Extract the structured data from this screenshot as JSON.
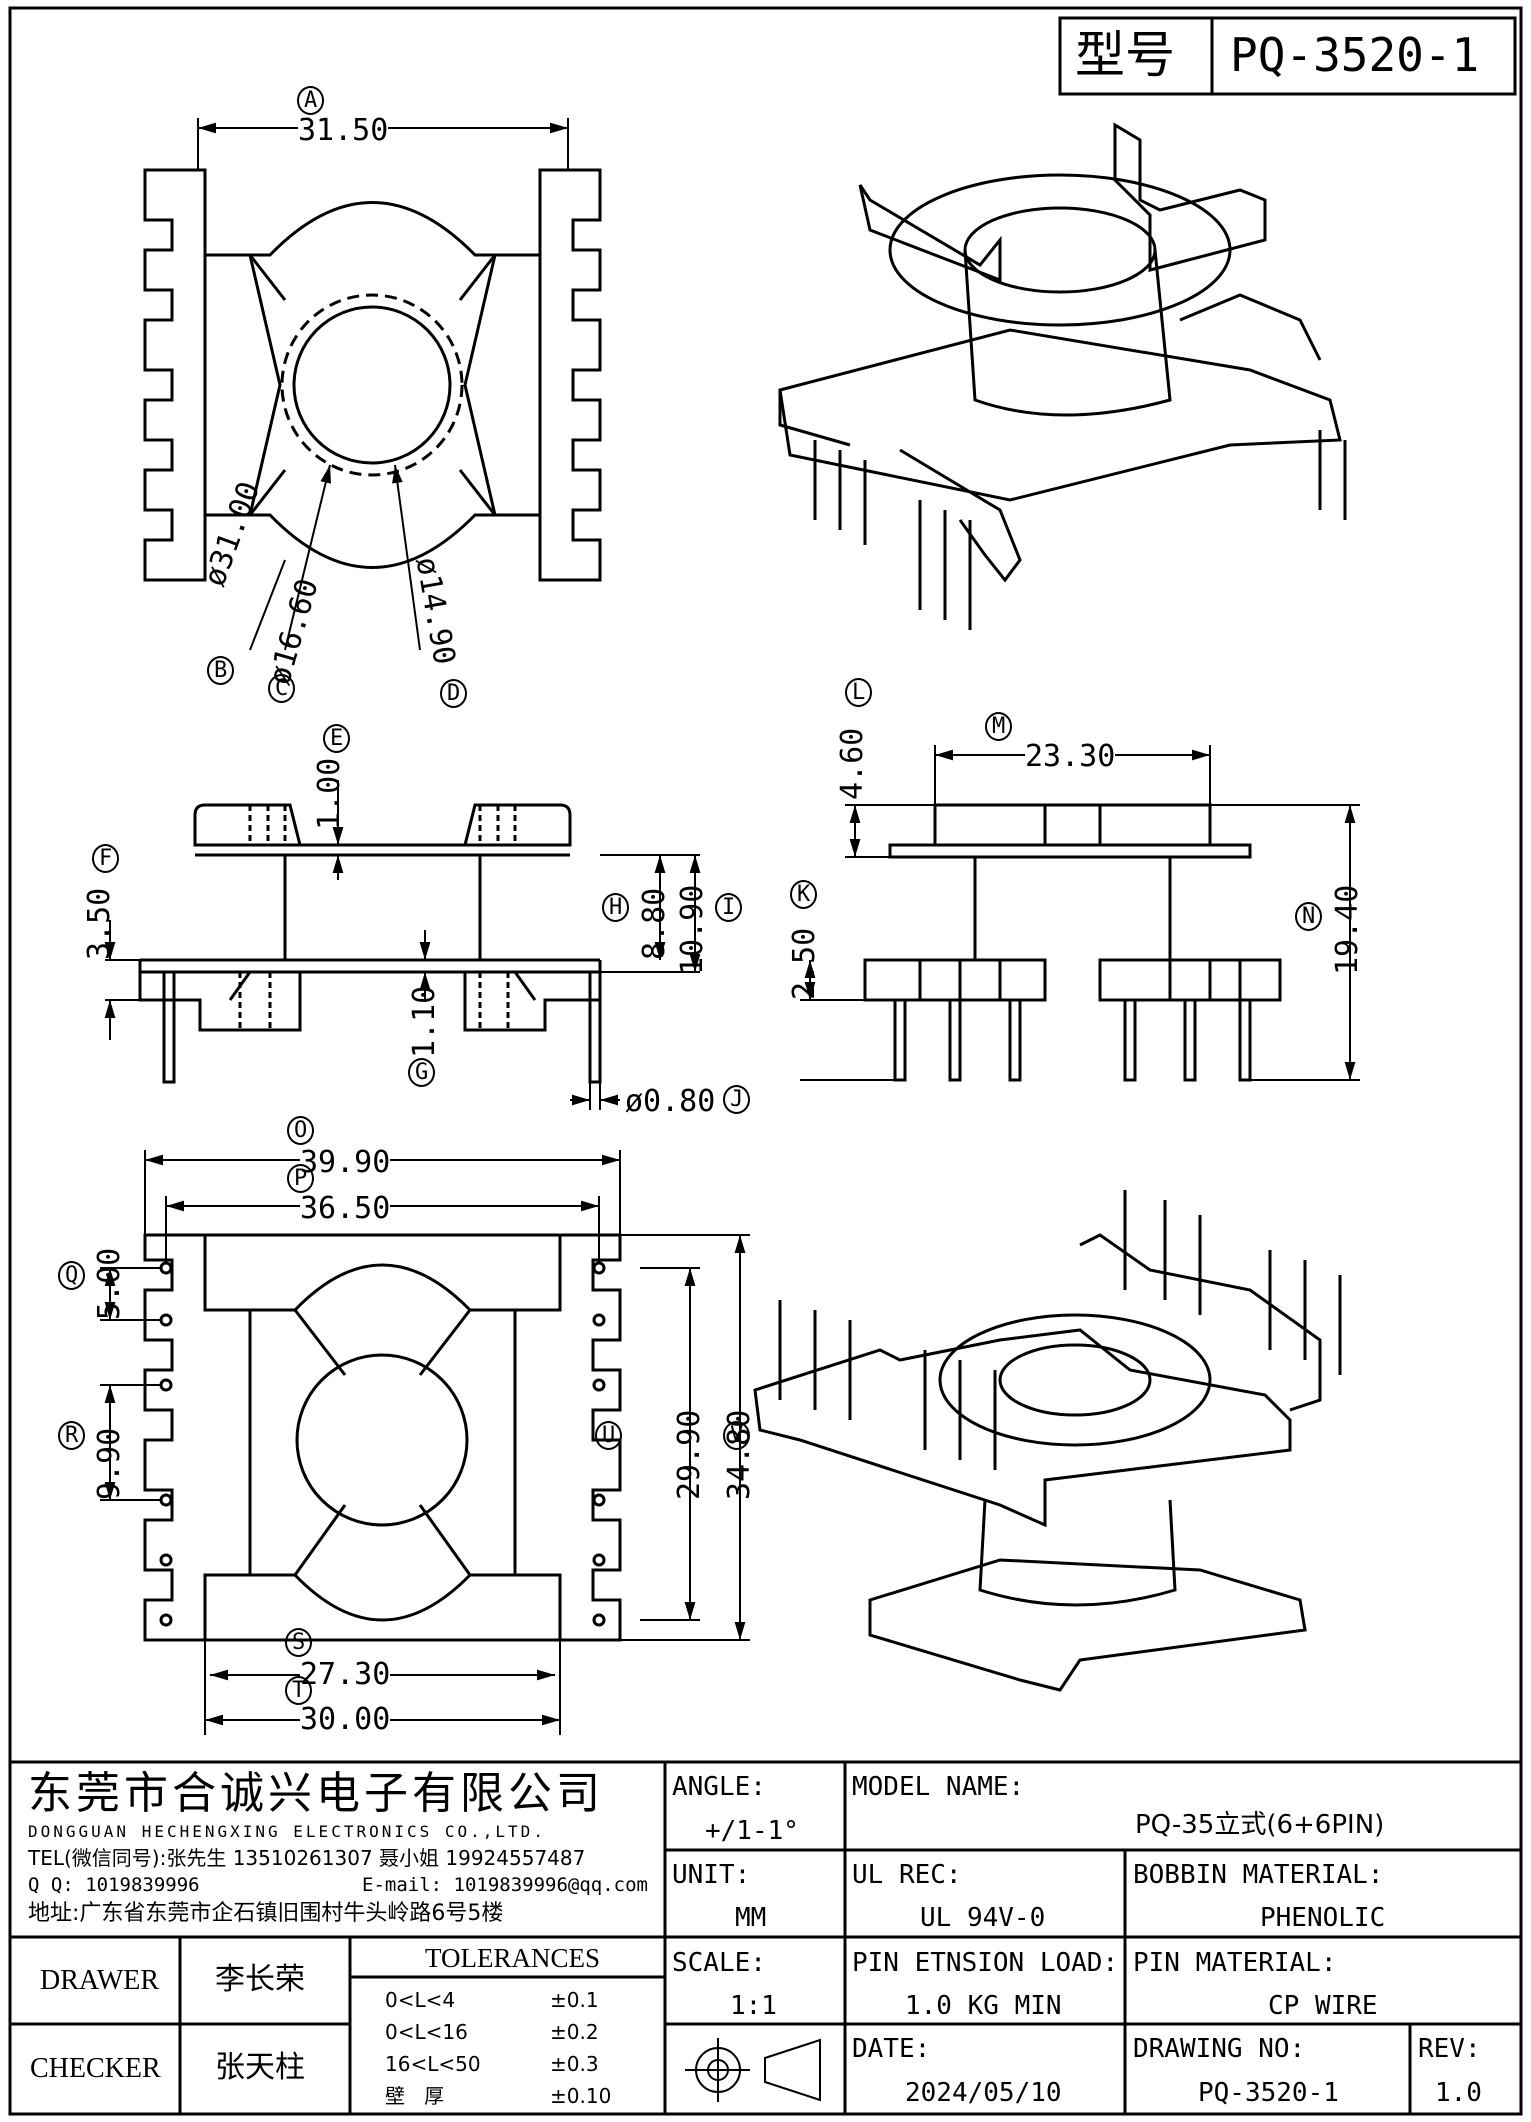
{
  "header": {
    "model_label": "型号",
    "model_value": "PQ-3520-1"
  },
  "dimensions": {
    "A": {
      "letter": "A",
      "value": "31.50"
    },
    "B": {
      "letter": "B",
      "value": "ø31.00"
    },
    "C": {
      "letter": "C",
      "value": "ø16.60"
    },
    "D": {
      "letter": "D",
      "value": "ø14.90"
    },
    "E": {
      "letter": "E",
      "value": "1.00"
    },
    "F": {
      "letter": "F",
      "value": "3.50"
    },
    "G": {
      "letter": "G",
      "value": "1.10"
    },
    "H": {
      "letter": "H",
      "value": "8.80"
    },
    "I": {
      "letter": "I",
      "value": "10.90"
    },
    "J": {
      "letter": "J",
      "value": "ø0.80"
    },
    "K": {
      "letter": "K",
      "value": "2.50"
    },
    "L": {
      "letter": "L",
      "value": "4.60"
    },
    "M": {
      "letter": "M",
      "value": "23.30"
    },
    "N": {
      "letter": "N",
      "value": "19.40"
    },
    "O": {
      "letter": "O",
      "value": "39.90"
    },
    "P": {
      "letter": "P",
      "value": "36.50"
    },
    "Q": {
      "letter": "Q",
      "value": "5.00"
    },
    "R": {
      "letter": "R",
      "value": "9.90"
    },
    "S": {
      "letter": "S",
      "value": "27.30"
    },
    "T": {
      "letter": "T",
      "value": "30.00"
    },
    "U": {
      "letter": "U",
      "value": "29.90"
    },
    "V": {
      "letter": "V",
      "value": "34.80"
    }
  },
  "company": {
    "name_cn": "东莞市合诚兴电子有限公司",
    "name_en": "DONGGUAN HECHENGXING ELECTRONICS CO.,LTD.",
    "tel": "TEL(微信同号):张先生 13510261307 聂小姐 19924557487",
    "qq": "Q Q: 1019839996",
    "email": "E-mail: 1019839996@qq.com",
    "address": "地址:广东省东莞市企石镇旧围村牛头岭路6号5楼"
  },
  "title_block": {
    "angle_label": "ANGLE:",
    "angle_value": "+/1-1°",
    "unit_label": "UNIT:",
    "unit_value": "MM",
    "scale_label": "SCALE:",
    "scale_value": "1:1",
    "model_name_label": "MODEL NAME:",
    "model_name_value": "PQ-35立式(6+6PIN)",
    "ul_label": "UL REC:",
    "ul_value": "UL 94V-0",
    "bobbin_label": "BOBBIN MATERIAL:",
    "bobbin_value": "PHENOLIC",
    "pin_load_label": "PIN ETNSION LOAD:",
    "pin_load_value": "1.0 KG MIN",
    "pin_material_label": "PIN MATERIAL:",
    "pin_material_value": "CP WIRE",
    "date_label": "DATE:",
    "date_value": "2024/05/10",
    "drawing_no_label": "DRAWING NO:",
    "drawing_no_value": "PQ-3520-1",
    "rev_label": "REV:",
    "rev_value": "1.0",
    "drawer_label": "DRAWER",
    "drawer_value": "李长荣",
    "checker_label": "CHECKER",
    "checker_value": "张天柱",
    "tolerances_label": "TOLERANCES",
    "tolerances": [
      {
        "range": "0<L<4",
        "value": "±0.1"
      },
      {
        "range": "0<L<16",
        "value": "±0.2"
      },
      {
        "range": "16<L<50",
        "value": "±0.3"
      },
      {
        "range": "壁   厚",
        "value": "±0.10"
      }
    ]
  }
}
